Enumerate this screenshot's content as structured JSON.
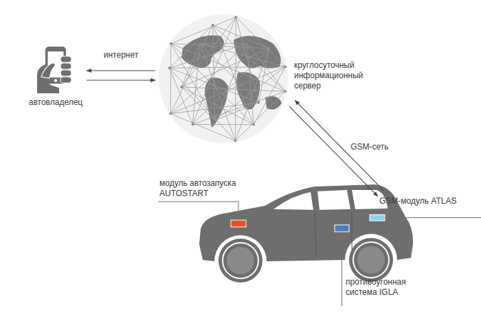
{
  "diagram": {
    "nodes": [
      {
        "text": [
          "автовладелец"
        ]
      },
      {
        "text": [
          "круглосуточный информационный сервер"
        ]
      },
      {
        "text": [
          "модуль автозапуска AUTOSTART"
        ]
      },
      {
        "text": [
          "GSM-модуль ATLAS"
        ]
      },
      {
        "text": [
          "противоугонная система IGLA"
        ]
      }
    ],
    "edges": [
      {
        "from": 1,
        "to": 0,
        "arrow": "to",
        "label": "интернет"
      },
      {
        "from": 0,
        "to": 1,
        "arrow": "to"
      },
      {
        "from": 1,
        "to": 3,
        "arrow": "to",
        "label": "GSM-сеть"
      },
      {
        "from": 3,
        "to": 1,
        "arrow": "to"
      }
    ]
  }
}
